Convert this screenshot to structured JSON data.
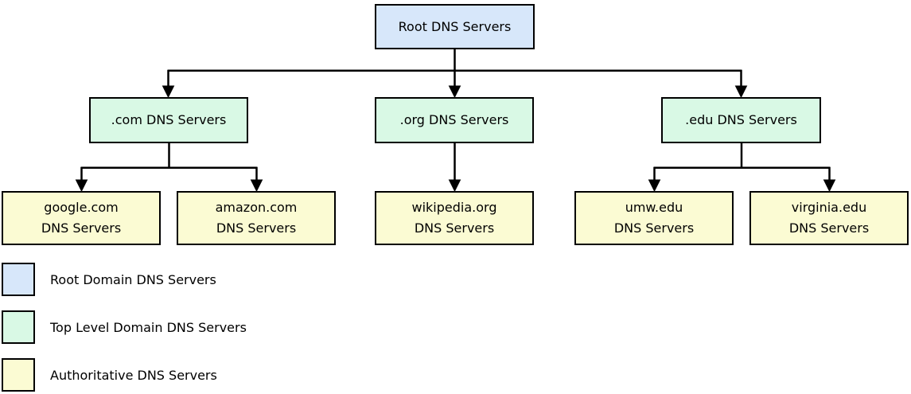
{
  "diagram": {
    "nodes": {
      "root": {
        "label": "Root DNS Servers"
      },
      "com": {
        "label": ".com DNS Servers"
      },
      "org": {
        "label": ".org DNS Servers"
      },
      "edu": {
        "label": ".edu DNS Servers"
      },
      "google": {
        "line1": "google.com",
        "line2": "DNS Servers"
      },
      "amazon": {
        "line1": "amazon.com",
        "line2": "DNS Servers"
      },
      "wikipedia": {
        "line1": "wikipedia.org",
        "line2": "DNS Servers"
      },
      "umw": {
        "line1": "umw.edu",
        "line2": "DNS Servers"
      },
      "virginia": {
        "line1": "virginia.edu",
        "line2": "DNS Servers"
      }
    },
    "legend": [
      {
        "label": "Root Domain DNS Servers",
        "color": "#d7e7fa"
      },
      {
        "label": "Top Level Domain DNS Servers",
        "color": "#d9f9e5"
      },
      {
        "label": "Authoritative DNS Servers",
        "color": "#fbfbd3"
      }
    ],
    "colors": {
      "root_fill": "#d7e7fa",
      "tld_fill": "#d9f9e5",
      "authoritative_fill": "#fbfbd3",
      "border": "#000000",
      "connector": "#000000",
      "background": "#ffffff",
      "text": "#000000"
    }
  }
}
